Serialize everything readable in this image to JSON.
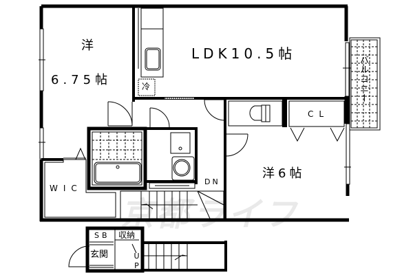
{
  "floor_plan": {
    "rooms": {
      "western_room_1": {
        "kind": "洋",
        "size": "6.75帖"
      },
      "ldk": {
        "label": "LDK10.5帖"
      },
      "western_room_2": {
        "label": "洋6帖"
      },
      "wic": {
        "label": "WIC"
      },
      "closet": {
        "label": "CL"
      },
      "balcony": {
        "label": "バルコニー"
      },
      "refrigerator": {
        "label": "冷"
      },
      "shoe_box": {
        "label": "SB"
      },
      "storage": {
        "label": "収納"
      },
      "entrance": {
        "label": "玄関"
      }
    },
    "stairs": {
      "down_label": "DN",
      "up_label": "UP"
    },
    "watermark": "京都ライフ",
    "colors": {
      "wall": "#000000",
      "background": "#ffffff",
      "watermark": "#d8d8d8"
    }
  }
}
